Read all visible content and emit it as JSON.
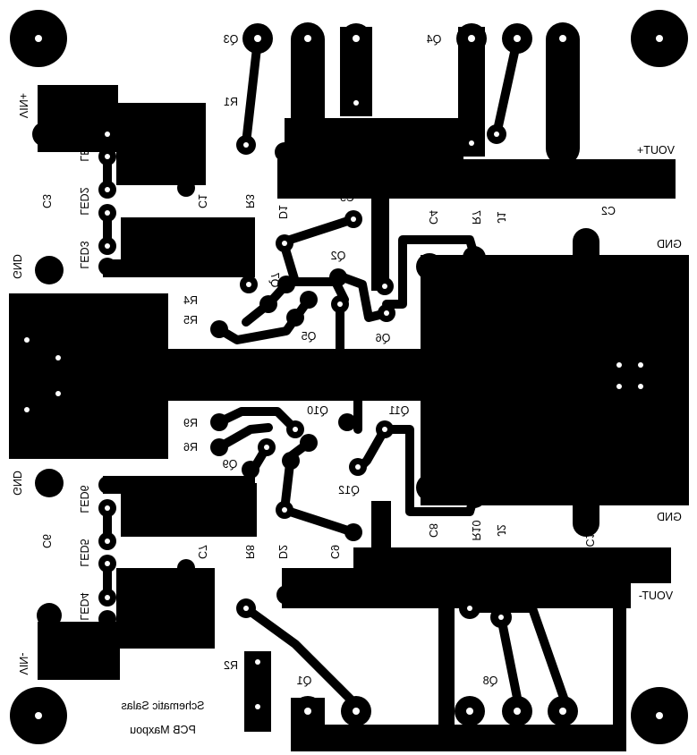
{
  "board": {
    "background": "#ffffff",
    "copper_color": "#000000",
    "pad_hole_color": "#ffffff"
  },
  "labels": {
    "q3": "Q3",
    "q4": "Q4",
    "r1": "R1",
    "vin_plus": "VIN+",
    "vout_plus": "VOUT+",
    "led1": "LED1",
    "led2": "LED2",
    "led3": "LED3",
    "c3": "C3",
    "c1": "C1",
    "r3": "R3",
    "d1": "D1",
    "c5": "C5",
    "c4": "C4",
    "r7": "R7",
    "j1": "J1",
    "c2": "C2",
    "gnd_tl": "GND",
    "gnd_tr": "GND",
    "gnd_bl": "GND",
    "gnd_br": "GND",
    "q2": "Q2",
    "q7": "Q7",
    "r4": "R4",
    "r5": "R5",
    "q5": "Q5",
    "q6": "Q6",
    "r9": "R9",
    "q10": "Q10",
    "q11": "Q11",
    "r6": "R6",
    "q9": "Q9",
    "q12": "Q12",
    "led6": "LED6",
    "led5": "LED5",
    "led4": "LED4",
    "c6": "C6",
    "c7": "C7",
    "r8": "R8",
    "d2": "D2",
    "c9": "C9",
    "c8": "C8",
    "r10": "R10",
    "j2": "J2",
    "c10": "C10",
    "vout_minus": "VOUT-",
    "vin_minus": "VIN-",
    "r2": "R2",
    "q1": "Q1",
    "q8": "Q8",
    "credit_line1": "Schematic Salas",
    "credit_line2": "PCB Maxpou"
  }
}
